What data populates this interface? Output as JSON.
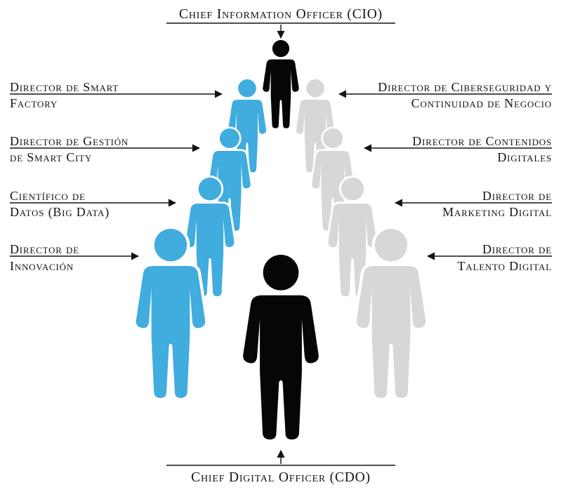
{
  "diagram": {
    "top": {
      "title": "Chief Information Officer (CIO)"
    },
    "bottom": {
      "title": "Chief Digital Officer (CDO)"
    },
    "left_labels": [
      {
        "line1": "Director de Smart",
        "line2": "Factory"
      },
      {
        "line1": "Director de Gestión",
        "line2": "de Smart City"
      },
      {
        "line1": "Científico de",
        "line2": "Datos (Big Data)"
      },
      {
        "line1": "Director de",
        "line2": "Innovación"
      }
    ],
    "right_labels": [
      {
        "line1": "Director de Ciberseguridad y",
        "line2": "Continuidad de Negocio"
      },
      {
        "line1": "Director de Contenidos",
        "line2": "Digitales"
      },
      {
        "line1": "Director de",
        "line2": "Marketing Digital"
      },
      {
        "line1": "Director de",
        "line2": "Talento Digital"
      }
    ],
    "colors": {
      "left_branch": "#41ACDE",
      "right_branch": "#D7D7D7",
      "center": "#060606"
    }
  }
}
